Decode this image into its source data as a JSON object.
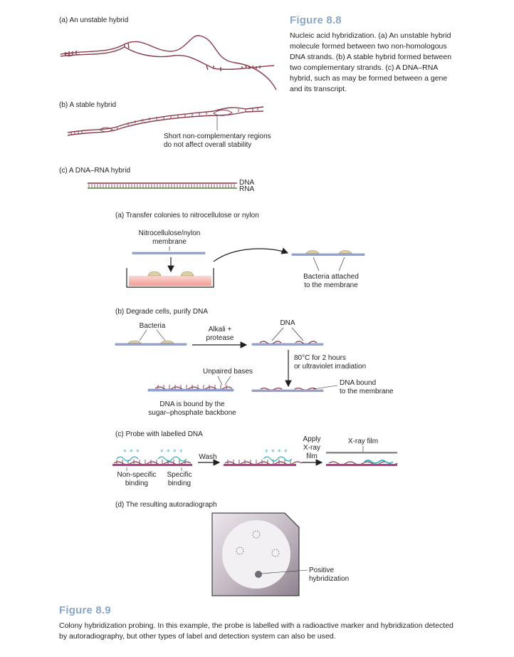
{
  "figure88": {
    "title": "Figure 8.8",
    "caption": "Nucleic acid hybridization. (a) An unstable hybrid molecule formed between two non-homologous DNA strands. (b) A stable hybrid formed between two complementary strands. (c) A DNA–RNA hybrid, such as may be formed between a gene and its transcript.",
    "panel_a": {
      "label": "(a) An unstable hybrid"
    },
    "panel_b": {
      "label": "(b) A stable hybrid",
      "note_line1": "Short non-complementary regions",
      "note_line2": "do not affect overall stability"
    },
    "panel_c": {
      "label": "(c) A DNA–RNA hybrid",
      "dna": "DNA",
      "rna": "RNA"
    }
  },
  "figure89": {
    "title": "Figure 8.9",
    "caption": "Colony hybridization probing. In this example, the probe is labelled with a radioactive marker and hybridization detected by autoradiography, but other types of label and detection system can also be used.",
    "panel_a": {
      "label": "(a) Transfer colonies to nitrocellulose or nylon",
      "membrane_line1": "Nitrocellulose/nylon",
      "membrane_line2": "membrane",
      "attached_line1": "Bacteria attached",
      "attached_line2": "to the membrane"
    },
    "panel_b": {
      "label": "(b) Degrade cells, purify DNA",
      "bacteria": "Bacteria",
      "alkali_line1": "Alkali +",
      "alkali_line2": "protease",
      "dna": "DNA",
      "heat_line1": "80°C for 2 hours",
      "heat_line2": "or ultraviolet irradiation",
      "unpaired": "Unpaired bases",
      "bound_line1": "DNA bound",
      "bound_line2": "to the membrane",
      "backbone_line1": "DNA is bound by the",
      "backbone_line2": "sugar–phosphate backbone"
    },
    "panel_c": {
      "label": "(c) Probe with labelled DNA",
      "wash": "Wash",
      "apply_line1": "Apply",
      "apply_line2": "X-ray",
      "apply_line3": "film",
      "xray_film": "X-ray film",
      "nonspecific_line1": "Non-specific",
      "nonspecific_line2": "binding",
      "specific_line1": "Specific",
      "specific_line2": "binding"
    },
    "panel_d": {
      "label": "(d) The resulting autoradiograph",
      "positive_line1": "Positive",
      "positive_line2": "hybridization"
    }
  },
  "colors": {
    "dna_strand": "#8a3b4c",
    "rna_strand": "#4d8a3c",
    "probe": "#2bb3c0",
    "membrane": "#9aa6cc",
    "colony": "#e0cfa0",
    "agar": "#f4a9a6",
    "title_blue": "#8aa7c9"
  }
}
